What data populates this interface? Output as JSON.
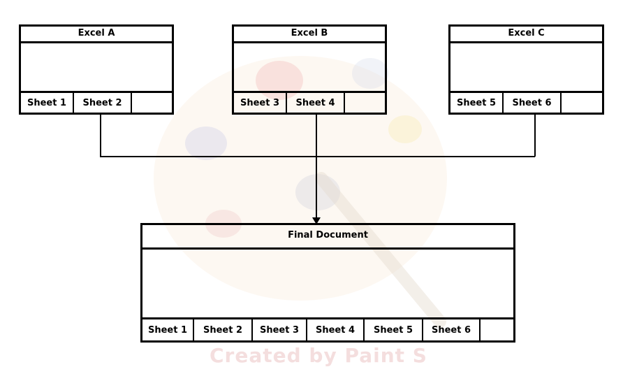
{
  "sources": [
    {
      "title": "Excel A",
      "sheets": [
        "Sheet 1",
        "Sheet 2"
      ]
    },
    {
      "title": "Excel B",
      "sheets": [
        "Sheet 3",
        "Sheet 4"
      ]
    },
    {
      "title": "Excel C",
      "sheets": [
        "Sheet 5",
        "Sheet 6"
      ]
    }
  ],
  "final": {
    "title": "Final Document",
    "sheets": [
      "Sheet 1",
      "Sheet 2",
      "Sheet 3",
      "Sheet 4",
      "Sheet 5",
      "Sheet 6"
    ]
  },
  "watermark": {
    "text": "Created by Paint S"
  },
  "colors": {
    "line": "#000000",
    "watermark_text": "#e8b8b8"
  }
}
